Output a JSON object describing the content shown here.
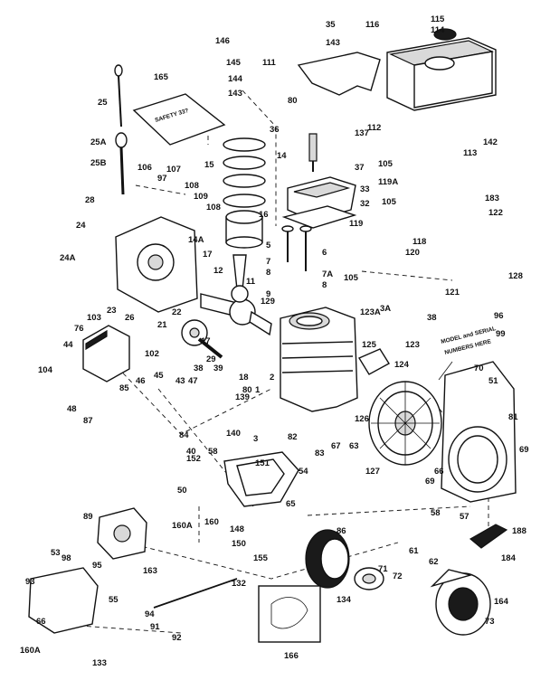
{
  "diagram": {
    "book_caption": "SAFETY 33?",
    "nameplate_note_lines": [
      "MODEL and SERIAL",
      "NUMBERS HERE"
    ],
    "callouts": [
      {
        "id": "c116",
        "text": "116"
      },
      {
        "id": "c35",
        "text": "35"
      },
      {
        "id": "c143a",
        "text": "143"
      },
      {
        "id": "c115",
        "text": "115"
      },
      {
        "id": "c114",
        "text": "114"
      },
      {
        "id": "c146",
        "text": "146"
      },
      {
        "id": "c145",
        "text": "145"
      },
      {
        "id": "c144",
        "text": "144"
      },
      {
        "id": "c143b",
        "text": "143"
      },
      {
        "id": "c111",
        "text": "111"
      },
      {
        "id": "c165",
        "text": "165"
      },
      {
        "id": "c25",
        "text": "25"
      },
      {
        "id": "c25a",
        "text": "25A"
      },
      {
        "id": "c25b",
        "text": "25B"
      },
      {
        "id": "c80",
        "text": "80"
      },
      {
        "id": "c36",
        "text": "36"
      },
      {
        "id": "c137",
        "text": "137"
      },
      {
        "id": "c37",
        "text": "37"
      },
      {
        "id": "c112",
        "text": "112"
      },
      {
        "id": "c113",
        "text": "113"
      },
      {
        "id": "c142",
        "text": "142"
      },
      {
        "id": "c15",
        "text": "15"
      },
      {
        "id": "c14",
        "text": "14"
      },
      {
        "id": "c105a",
        "text": "105"
      },
      {
        "id": "c106",
        "text": "106"
      },
      {
        "id": "c107",
        "text": "107"
      },
      {
        "id": "c97",
        "text": "97"
      },
      {
        "id": "c108a",
        "text": "108"
      },
      {
        "id": "c109",
        "text": "109"
      },
      {
        "id": "c108b",
        "text": "108"
      },
      {
        "id": "c33",
        "text": "33"
      },
      {
        "id": "c32",
        "text": "32"
      },
      {
        "id": "c119a",
        "text": "119A"
      },
      {
        "id": "c183",
        "text": "183"
      },
      {
        "id": "c28",
        "text": "28"
      },
      {
        "id": "c24",
        "text": "24"
      },
      {
        "id": "c14a",
        "text": "14A"
      },
      {
        "id": "c16",
        "text": "16"
      },
      {
        "id": "c105b",
        "text": "105"
      },
      {
        "id": "c122",
        "text": "122"
      },
      {
        "id": "c119b",
        "text": "119"
      },
      {
        "id": "c118",
        "text": "118"
      },
      {
        "id": "c5",
        "text": "5"
      },
      {
        "id": "c6",
        "text": "6"
      },
      {
        "id": "c7",
        "text": "7"
      },
      {
        "id": "c7a",
        "text": "7A"
      },
      {
        "id": "c8a",
        "text": "8"
      },
      {
        "id": "c8b",
        "text": "8"
      },
      {
        "id": "c9",
        "text": "9"
      },
      {
        "id": "c120",
        "text": "120"
      },
      {
        "id": "c24a",
        "text": "24A"
      },
      {
        "id": "c17a",
        "text": "17"
      },
      {
        "id": "c12",
        "text": "12"
      },
      {
        "id": "c11",
        "text": "11"
      },
      {
        "id": "c129",
        "text": "129"
      },
      {
        "id": "c105c",
        "text": "105"
      },
      {
        "id": "c128",
        "text": "128"
      },
      {
        "id": "c121",
        "text": "121"
      },
      {
        "id": "c23",
        "text": "23"
      },
      {
        "id": "c26",
        "text": "26"
      },
      {
        "id": "c22",
        "text": "22"
      },
      {
        "id": "c123a",
        "text": "123A"
      },
      {
        "id": "c3a",
        "text": "3A"
      },
      {
        "id": "c38a",
        "text": "38"
      },
      {
        "id": "c96",
        "text": "96"
      },
      {
        "id": "c99",
        "text": "99"
      },
      {
        "id": "c103",
        "text": "103"
      },
      {
        "id": "c76",
        "text": "76"
      },
      {
        "id": "c21",
        "text": "21"
      },
      {
        "id": "c102",
        "text": "102"
      },
      {
        "id": "c17b",
        "text": "17"
      },
      {
        "id": "c44",
        "text": "44"
      },
      {
        "id": "c104",
        "text": "104"
      },
      {
        "id": "c45",
        "text": "45"
      },
      {
        "id": "c85",
        "text": "85"
      },
      {
        "id": "c46",
        "text": "46"
      },
      {
        "id": "c18",
        "text": "18"
      },
      {
        "id": "c29",
        "text": "29"
      },
      {
        "id": "c39",
        "text": "39"
      },
      {
        "id": "c38b",
        "text": "38"
      },
      {
        "id": "c123",
        "text": "123"
      },
      {
        "id": "c125",
        "text": "125"
      },
      {
        "id": "c124",
        "text": "124"
      },
      {
        "id": "c70",
        "text": "70"
      },
      {
        "id": "c51",
        "text": "51"
      },
      {
        "id": "c48",
        "text": "48"
      },
      {
        "id": "c43",
        "text": "43"
      },
      {
        "id": "c47",
        "text": "47"
      },
      {
        "id": "c80b",
        "text": "80"
      },
      {
        "id": "c1",
        "text": "1"
      },
      {
        "id": "c2",
        "text": "2"
      },
      {
        "id": "c139",
        "text": "139"
      },
      {
        "id": "c126",
        "text": "126"
      },
      {
        "id": "c87",
        "text": "87"
      },
      {
        "id": "c84",
        "text": "84"
      },
      {
        "id": "c40",
        "text": "40"
      },
      {
        "id": "c58a",
        "text": "58"
      },
      {
        "id": "c140",
        "text": "140"
      },
      {
        "id": "c3b",
        "text": "3"
      },
      {
        "id": "c82",
        "text": "82"
      },
      {
        "id": "c83",
        "text": "83"
      },
      {
        "id": "c67",
        "text": "67"
      },
      {
        "id": "c63",
        "text": "63"
      },
      {
        "id": "c81",
        "text": "81"
      },
      {
        "id": "c69a",
        "text": "69"
      },
      {
        "id": "c152",
        "text": "152"
      },
      {
        "id": "c151",
        "text": "151"
      },
      {
        "id": "c54",
        "text": "54"
      },
      {
        "id": "c127",
        "text": "127"
      },
      {
        "id": "c50",
        "text": "50"
      },
      {
        "id": "c66",
        "text": "66"
      },
      {
        "id": "c69b",
        "text": "69"
      },
      {
        "id": "c65",
        "text": "65"
      },
      {
        "id": "c58b",
        "text": "58"
      },
      {
        "id": "c57",
        "text": "57"
      },
      {
        "id": "c160a",
        "text": "160A"
      },
      {
        "id": "c160",
        "text": "160"
      },
      {
        "id": "c89",
        "text": "89"
      },
      {
        "id": "c148",
        "text": "148"
      },
      {
        "id": "c150",
        "text": "150"
      },
      {
        "id": "c86",
        "text": "86"
      },
      {
        "id": "c188",
        "text": "188"
      },
      {
        "id": "c184",
        "text": "184"
      },
      {
        "id": "c155",
        "text": "155"
      },
      {
        "id": "c53",
        "text": "53"
      },
      {
        "id": "c98",
        "text": "98"
      },
      {
        "id": "c163",
        "text": "163"
      },
      {
        "id": "c61",
        "text": "61"
      },
      {
        "id": "c62",
        "text": "62"
      },
      {
        "id": "c95",
        "text": "95"
      },
      {
        "id": "c132",
        "text": "132"
      },
      {
        "id": "c71",
        "text": "71"
      },
      {
        "id": "c72",
        "text": "72"
      },
      {
        "id": "c93",
        "text": "93"
      },
      {
        "id": "c94",
        "text": "94"
      },
      {
        "id": "c134",
        "text": "134"
      },
      {
        "id": "c164",
        "text": "164"
      },
      {
        "id": "c55",
        "text": "55"
      },
      {
        "id": "c91",
        "text": "91"
      },
      {
        "id": "c73",
        "text": "73"
      },
      {
        "id": "c66b",
        "text": "66"
      },
      {
        "id": "c92",
        "text": "92"
      },
      {
        "id": "c160b",
        "text": "160A"
      },
      {
        "id": "c133",
        "text": "133"
      },
      {
        "id": "c166",
        "text": "166"
      }
    ]
  }
}
